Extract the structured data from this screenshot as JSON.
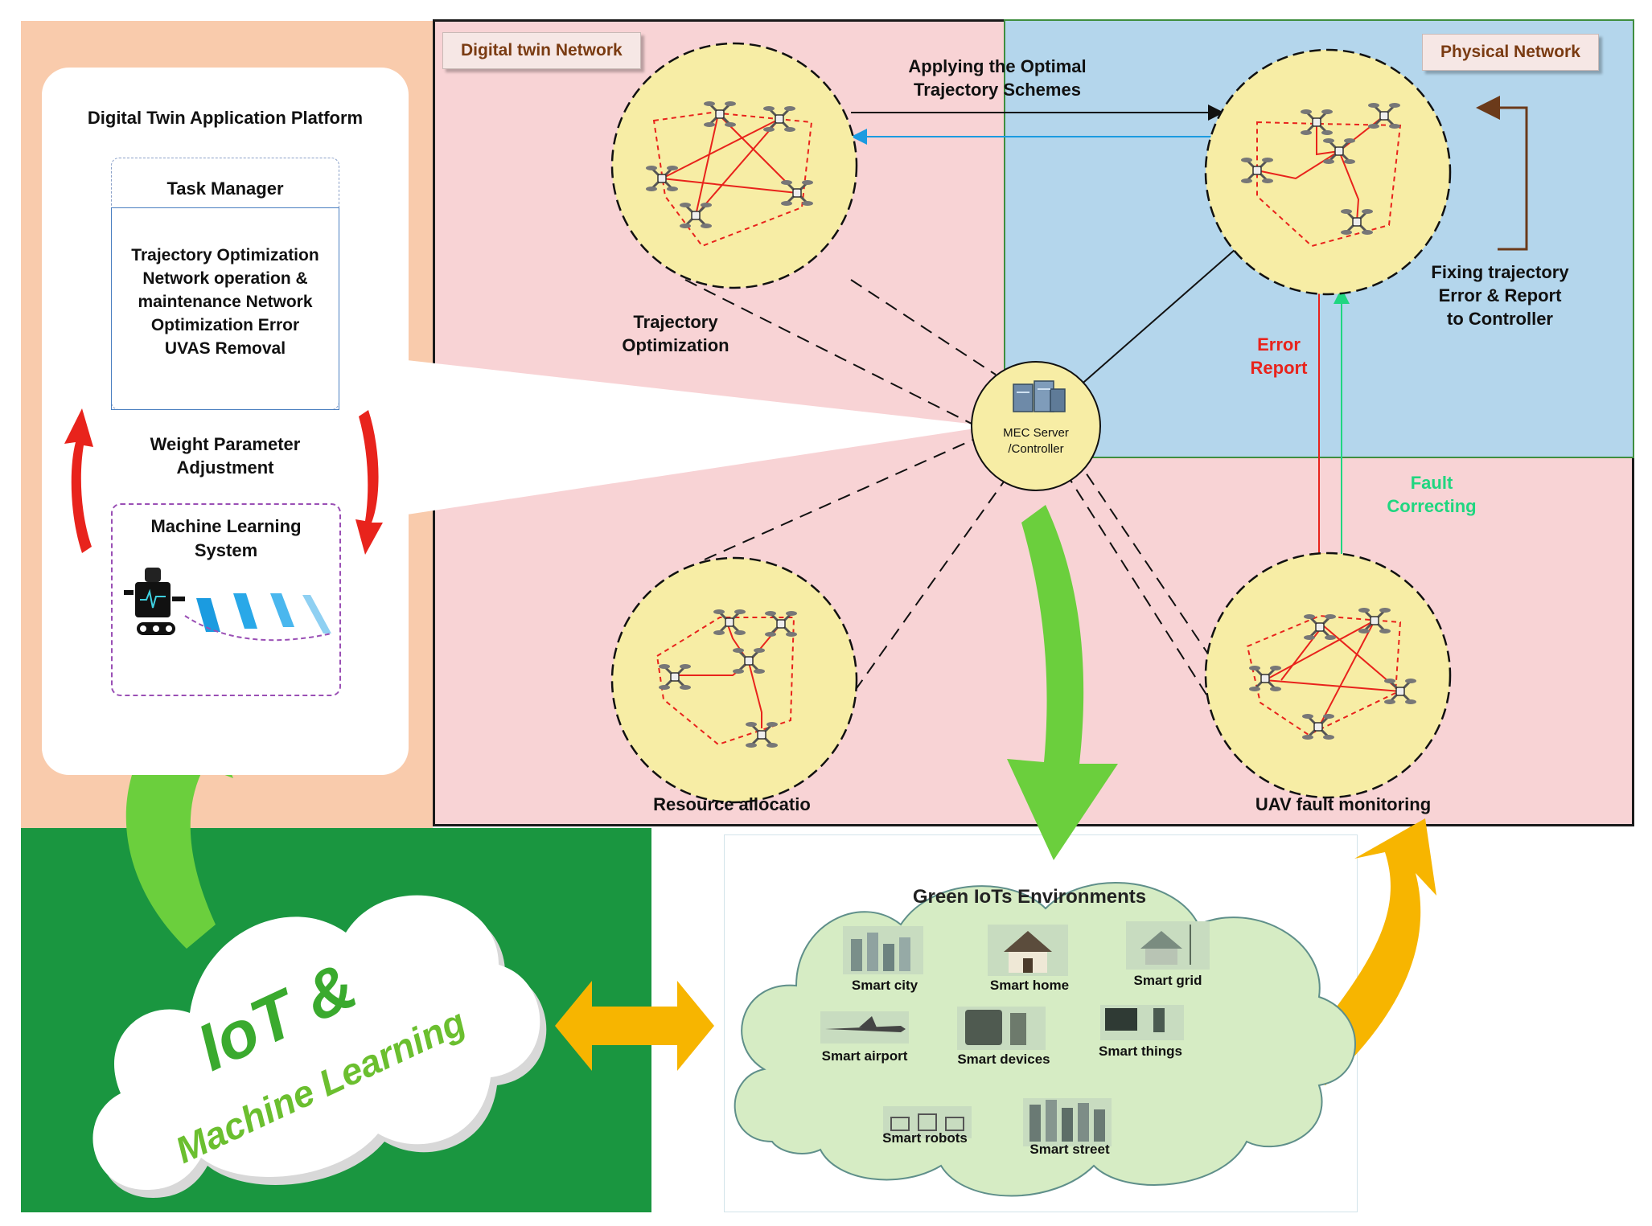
{
  "platform": {
    "title": "Digital Twin Application Platform",
    "task_manager": "Task Manager",
    "tasks": [
      "Trajectory Optimization",
      "Network operation &",
      "maintenance Network",
      "Optimization Error",
      "UVAS Removal"
    ],
    "weight_line1": "Weight Parameter",
    "weight_line2": "Adjustment",
    "ml_line1": "Machine Learning",
    "ml_line2": "System"
  },
  "dt_network": {
    "tag": "Digital twin Network",
    "trajectory_line1": "Trajectory",
    "trajectory_line2": "Optimization",
    "resource": "Resource allocatio",
    "uav": "UAV fault monitoring"
  },
  "physical": {
    "tag": "Physical Network",
    "applying_line1": "Applying the Optimal",
    "applying_line2": "Trajectory Schemes",
    "fixing": [
      "Fixing trajectory",
      "Error & Report",
      "to Controller"
    ],
    "error_line1": "Error",
    "error_line2": "Report",
    "fault_line1": "Fault",
    "fault_line2": "Correcting"
  },
  "mec": {
    "line1": "MEC Server",
    "line2": "/Controller"
  },
  "iot_cloud": {
    "line1": "IoT &",
    "line2": "Machine Learning"
  },
  "green": {
    "title": "Green IoTs Environments",
    "items": [
      "Smart city",
      "Smart home",
      "Smart grid",
      "Smart airport",
      "Smart devices",
      "Smart things",
      "Smart robots",
      "Smart street"
    ]
  },
  "colors": {
    "peach": "#f9cbac",
    "pink": "#f8d3d5",
    "blue": "#b4d6ec",
    "dark_green": "#1a9640",
    "node_yellow": "#f7eda5",
    "arrow_green": "#6bcf3d",
    "arrow_orange": "#f7b500",
    "error_red": "#e8231c",
    "fault_green": "#20d680"
  }
}
